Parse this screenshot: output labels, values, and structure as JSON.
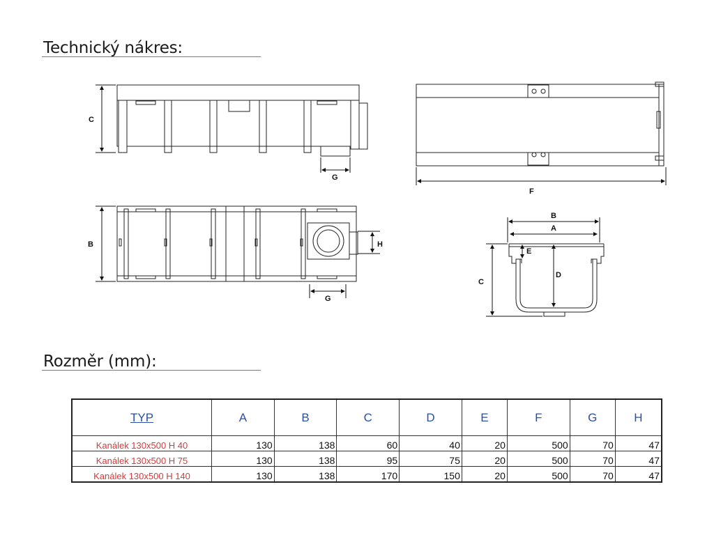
{
  "headings": {
    "drawing": "Technický nákres:",
    "dimensions": "Rozměr (mm):"
  },
  "labels": {
    "A": "A",
    "B": "B",
    "C": "C",
    "D": "D",
    "E": "E",
    "F": "F",
    "G": "G",
    "H": "H"
  },
  "table": {
    "headers": [
      "TYP",
      "A",
      "B",
      "C",
      "D",
      "E",
      "F",
      "G",
      "H"
    ],
    "rows": [
      [
        "Kanálek 130x500 H 40",
        "130",
        "138",
        "60",
        "40",
        "20",
        "500",
        "70",
        "47"
      ],
      [
        "Kanálek 130x500 H 75",
        "130",
        "138",
        "95",
        "75",
        "20",
        "500",
        "70",
        "47"
      ],
      [
        "Kanálek 130x500 H 140",
        "130",
        "138",
        "170",
        "150",
        "20",
        "500",
        "70",
        "47"
      ]
    ]
  },
  "colors": {
    "heading_underline": "#d9534f",
    "header_text": "#2a4fa8",
    "type_text": "#d93a3a"
  }
}
